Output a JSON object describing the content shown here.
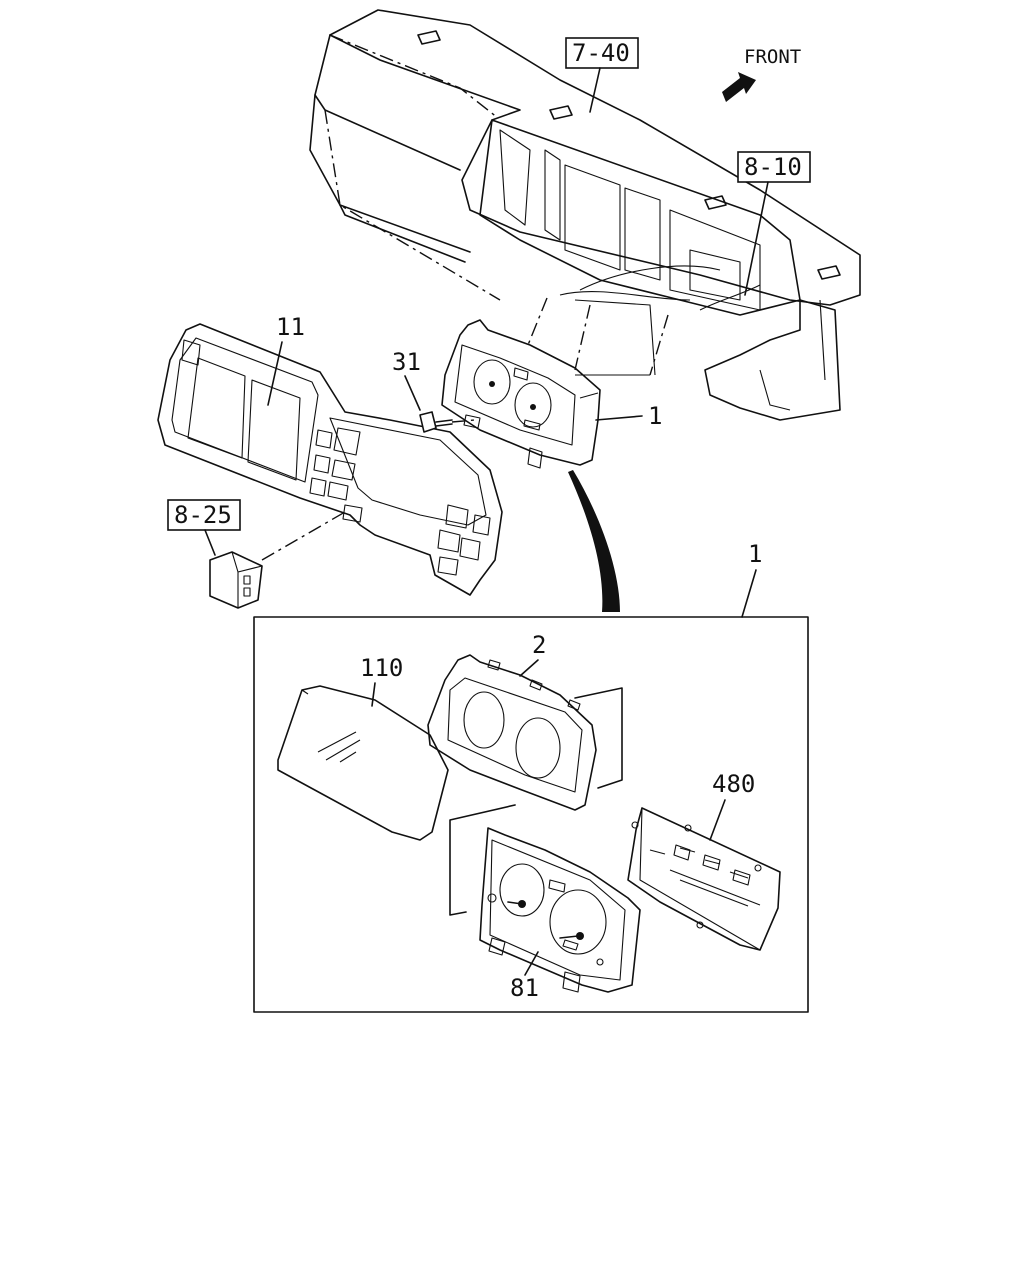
{
  "direction_label": "FRONT",
  "reference_boxes": [
    {
      "id": "ref-7-40",
      "text": "7-40"
    },
    {
      "id": "ref-8-10",
      "text": "8-10"
    },
    {
      "id": "ref-8-25",
      "text": "8-25"
    }
  ],
  "part_labels": {
    "p11": "11",
    "p31": "31",
    "p1_top": "1",
    "p1_detail": "1",
    "p110": "110",
    "p2": "2",
    "p480": "480",
    "p81": "81"
  }
}
